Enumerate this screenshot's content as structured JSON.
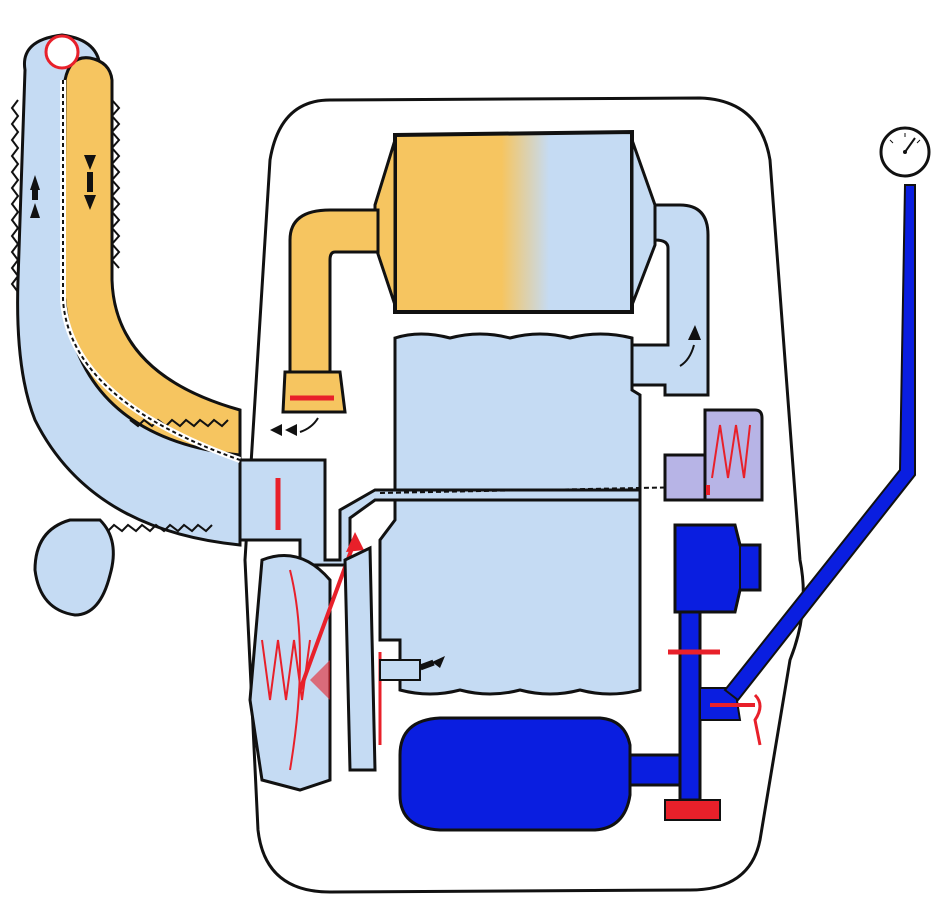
{
  "diagram": {
    "colors": {
      "outline": "#111111",
      "exhaled_air": "#F6C560",
      "inhaled_air": "#C5DBF3",
      "oxygen": "#0A1EE0",
      "valves": "#E8202A",
      "exchange_valve": "#B7B4E6",
      "background": "#FFFFFF"
    },
    "components": [
      "breathing-hose-pair",
      "mouthpiece",
      "breathing-bag",
      "co2-absorber-canister",
      "cooler",
      "inhalation-valve",
      "exhalation-valve",
      "excess-pressure-valve",
      "oxygen-cylinder",
      "pressure-reducer",
      "lung-demand-valve",
      "bypass-valve",
      "cylinder-shutoff-valve",
      "pressure-gauge",
      "gauge-line"
    ],
    "flow_arrows": [
      "inhale-up",
      "exhale-down",
      "exhale-into-unit",
      "absorber-outlet-down",
      "bag-to-inhale"
    ]
  }
}
